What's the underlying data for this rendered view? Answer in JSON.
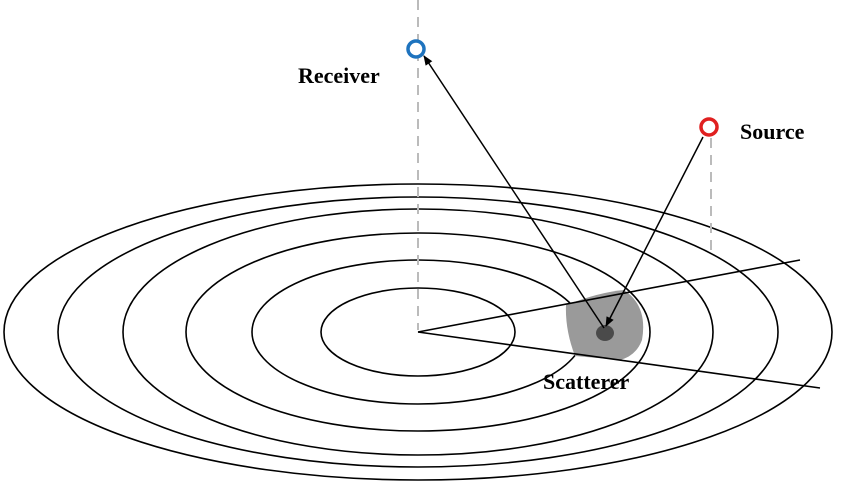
{
  "labels": {
    "receiver": "Receiver",
    "source": "Source",
    "scatterer": "Scatterer"
  },
  "colors": {
    "receiver": "#1e73be",
    "source": "#e02020",
    "scatter_region": "#9a9a9a",
    "scatterer_point": "#4a4a4a",
    "rings": "#000000",
    "guides": "#bbbbbb"
  },
  "icons": {
    "receiver": "receiver-marker-icon",
    "source": "source-marker-icon"
  }
}
